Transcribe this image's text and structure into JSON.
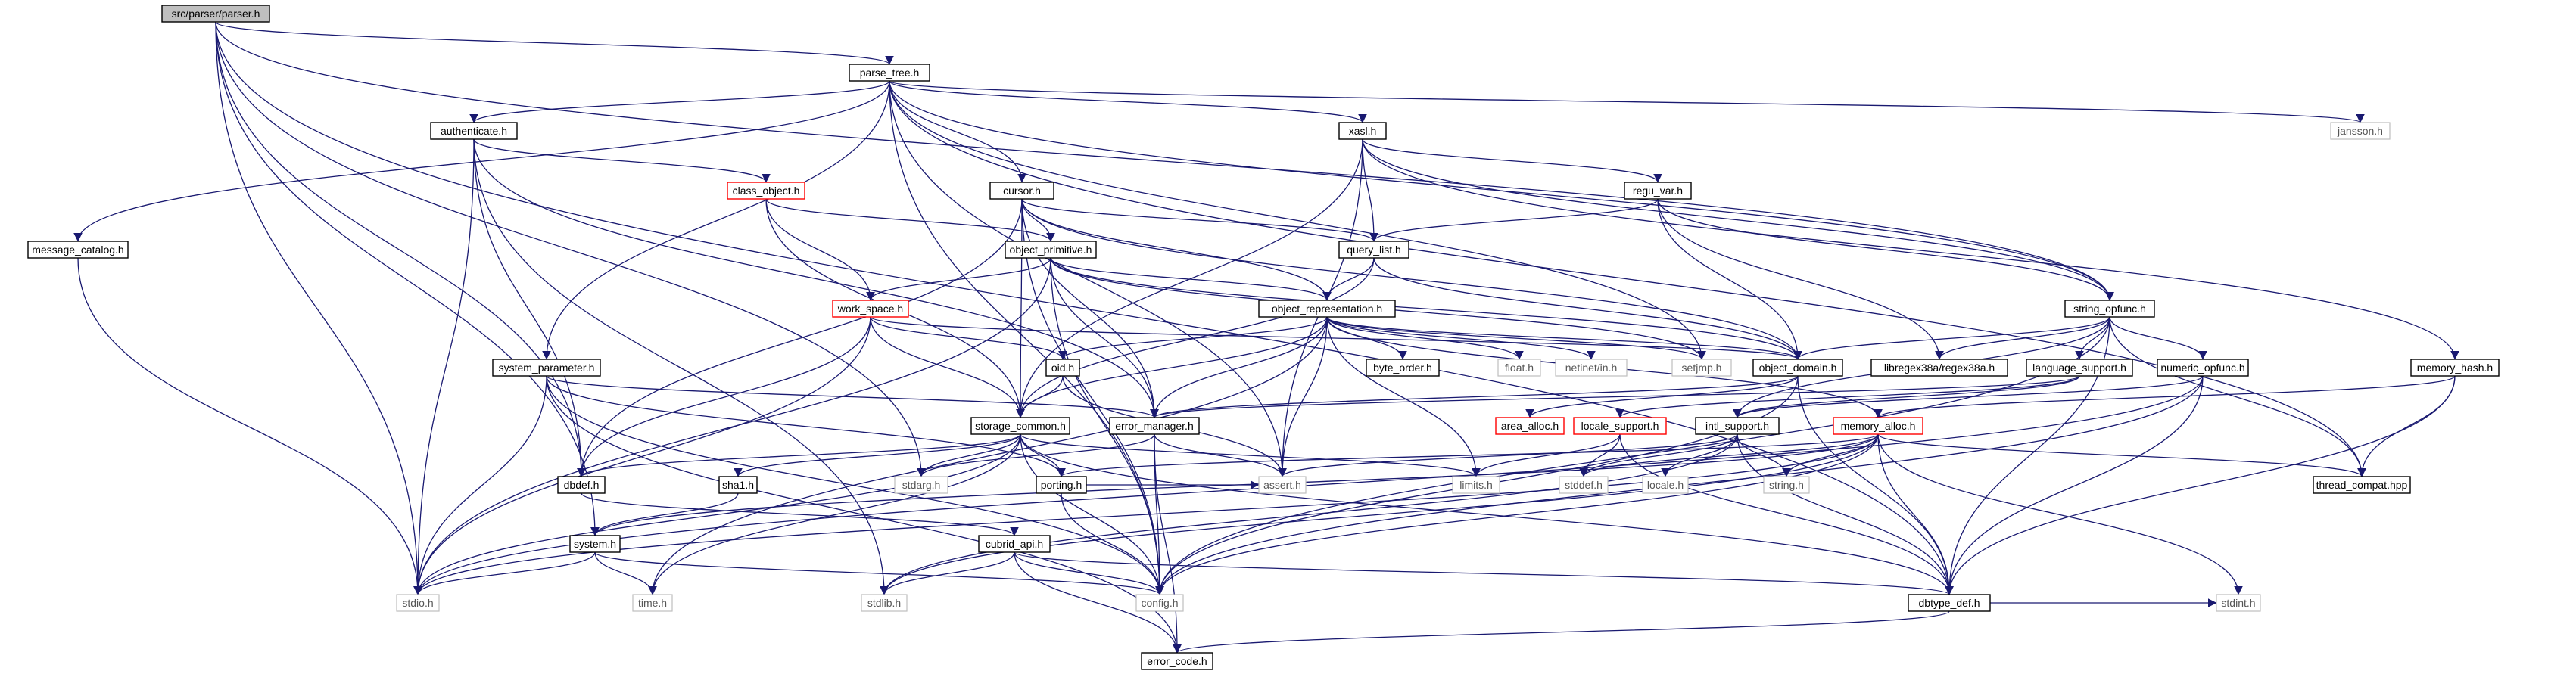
{
  "diagram": {
    "nodes": [
      {
        "id": "root",
        "label": "src/parser/parser.h",
        "style": "root"
      },
      {
        "id": "parse_tree",
        "label": "parse_tree.h",
        "style": "black"
      },
      {
        "id": "authenticate",
        "label": "authenticate.h",
        "style": "black"
      },
      {
        "id": "xasl",
        "label": "xasl.h",
        "style": "black"
      },
      {
        "id": "jansson",
        "label": "jansson.h",
        "style": "grey"
      },
      {
        "id": "class_object",
        "label": "class_object.h",
        "style": "red"
      },
      {
        "id": "cursor",
        "label": "cursor.h",
        "style": "black"
      },
      {
        "id": "regu_var",
        "label": "regu_var.h",
        "style": "black"
      },
      {
        "id": "message_catalog",
        "label": "message_catalog.h",
        "style": "black"
      },
      {
        "id": "object_primitive",
        "label": "object_primitive.h",
        "style": "black"
      },
      {
        "id": "query_list",
        "label": "query_list.h",
        "style": "black"
      },
      {
        "id": "work_space",
        "label": "work_space.h",
        "style": "red"
      },
      {
        "id": "object_representation",
        "label": "object_representation.h",
        "style": "black"
      },
      {
        "id": "string_opfunc",
        "label": "string_opfunc.h",
        "style": "black"
      },
      {
        "id": "system_parameter",
        "label": "system_parameter.h",
        "style": "black"
      },
      {
        "id": "byte_order",
        "label": "byte_order.h",
        "style": "black"
      },
      {
        "id": "float",
        "label": "float.h",
        "style": "grey"
      },
      {
        "id": "netinet_in",
        "label": "netinet/in.h",
        "style": "grey"
      },
      {
        "id": "setjmp",
        "label": "setjmp.h",
        "style": "grey"
      },
      {
        "id": "object_domain",
        "label": "object_domain.h",
        "style": "black"
      },
      {
        "id": "libregex",
        "label": "libregex38a/regex38a.h",
        "style": "black"
      },
      {
        "id": "language_support",
        "label": "language_support.h",
        "style": "black"
      },
      {
        "id": "numeric_opfunc",
        "label": "numeric_opfunc.h",
        "style": "black"
      },
      {
        "id": "memory_hash",
        "label": "memory_hash.h",
        "style": "black"
      },
      {
        "id": "oid",
        "label": "oid.h",
        "style": "black"
      },
      {
        "id": "error_manager",
        "label": "error_manager.h",
        "style": "black"
      },
      {
        "id": "area_alloc",
        "label": "area_alloc.h",
        "style": "red"
      },
      {
        "id": "locale_support",
        "label": "locale_support.h",
        "style": "red"
      },
      {
        "id": "intl_support",
        "label": "intl_support.h",
        "style": "black"
      },
      {
        "id": "memory_alloc",
        "label": "memory_alloc.h",
        "style": "red"
      },
      {
        "id": "storage_common",
        "label": "storage_common.h",
        "style": "black"
      },
      {
        "id": "dbdef",
        "label": "dbdef.h",
        "style": "black"
      },
      {
        "id": "stdarg",
        "label": "stdarg.h",
        "style": "grey"
      },
      {
        "id": "sha1",
        "label": "sha1.h",
        "style": "black"
      },
      {
        "id": "porting",
        "label": "porting.h",
        "style": "black"
      },
      {
        "id": "assert",
        "label": "assert.h",
        "style": "grey"
      },
      {
        "id": "limits",
        "label": "limits.h",
        "style": "grey"
      },
      {
        "id": "stddef",
        "label": "stddef.h",
        "style": "grey"
      },
      {
        "id": "locale",
        "label": "locale.h",
        "style": "grey"
      },
      {
        "id": "string",
        "label": "string.h",
        "style": "grey"
      },
      {
        "id": "thread_compat",
        "label": "thread_compat.hpp",
        "style": "black"
      },
      {
        "id": "system",
        "label": "system.h",
        "style": "black"
      },
      {
        "id": "cubrid_api",
        "label": "cubrid_api.h",
        "style": "black"
      },
      {
        "id": "stdio",
        "label": "stdio.h",
        "style": "grey"
      },
      {
        "id": "time",
        "label": "time.h",
        "style": "grey"
      },
      {
        "id": "stdlib",
        "label": "stdlib.h",
        "style": "grey"
      },
      {
        "id": "config",
        "label": "config.h",
        "style": "grey"
      },
      {
        "id": "dbtype_def",
        "label": "dbtype_def.h",
        "style": "black"
      },
      {
        "id": "stdint",
        "label": "stdint.h",
        "style": "grey"
      },
      {
        "id": "error_code",
        "label": "error_code.h",
        "style": "black"
      }
    ],
    "edges": [
      [
        "root",
        "parse_tree"
      ],
      [
        "root",
        "stdio"
      ],
      [
        "root",
        "dbdef"
      ],
      [
        "root",
        "stdarg"
      ],
      [
        "root",
        "system"
      ],
      [
        "root",
        "dbtype_def"
      ],
      [
        "root",
        "string_opfunc"
      ],
      [
        "parse_tree",
        "authenticate"
      ],
      [
        "parse_tree",
        "xasl"
      ],
      [
        "parse_tree",
        "jansson"
      ],
      [
        "parse_tree",
        "cursor"
      ],
      [
        "parse_tree",
        "message_catalog"
      ],
      [
        "parse_tree",
        "system_parameter"
      ],
      [
        "parse_tree",
        "string_opfunc"
      ],
      [
        "parse_tree",
        "setjmp"
      ],
      [
        "parse_tree",
        "thread_compat"
      ],
      [
        "parse_tree",
        "assert"
      ],
      [
        "parse_tree",
        "config"
      ],
      [
        "authenticate",
        "class_object"
      ],
      [
        "authenticate",
        "dbdef"
      ],
      [
        "authenticate",
        "error_manager"
      ],
      [
        "authenticate",
        "stdio"
      ],
      [
        "authenticate",
        "stdlib"
      ],
      [
        "xasl",
        "regu_var"
      ],
      [
        "xasl",
        "query_list"
      ],
      [
        "xasl",
        "string_opfunc"
      ],
      [
        "xasl",
        "memory_hash"
      ],
      [
        "xasl",
        "storage_common"
      ],
      [
        "xasl",
        "assert"
      ],
      [
        "class_object",
        "object_primitive"
      ],
      [
        "class_object",
        "work_space"
      ],
      [
        "class_object",
        "storage_common"
      ],
      [
        "cursor",
        "query_list"
      ],
      [
        "cursor",
        "object_primitive"
      ],
      [
        "cursor",
        "object_representation"
      ],
      [
        "cursor",
        "error_manager"
      ],
      [
        "cursor",
        "storage_common"
      ],
      [
        "cursor",
        "dbdef"
      ],
      [
        "cursor",
        "object_domain"
      ],
      [
        "cursor",
        "config"
      ],
      [
        "regu_var",
        "query_list"
      ],
      [
        "regu_var",
        "object_domain"
      ],
      [
        "regu_var",
        "libregex"
      ],
      [
        "regu_var",
        "string_opfunc"
      ],
      [
        "message_catalog",
        "stdio"
      ],
      [
        "object_primitive",
        "work_space"
      ],
      [
        "object_primitive",
        "object_representation"
      ],
      [
        "object_primitive",
        "error_manager"
      ],
      [
        "object_primitive",
        "object_domain"
      ],
      [
        "object_primitive",
        "setjmp"
      ],
      [
        "object_primitive",
        "stdio"
      ],
      [
        "object_primitive",
        "config"
      ],
      [
        "query_list",
        "object_representation"
      ],
      [
        "query_list",
        "object_domain"
      ],
      [
        "query_list",
        "storage_common"
      ],
      [
        "work_space",
        "oid"
      ],
      [
        "work_space",
        "storage_common"
      ],
      [
        "work_space",
        "dbdef"
      ],
      [
        "work_space",
        "stdio"
      ],
      [
        "work_space",
        "object_domain"
      ],
      [
        "object_representation",
        "byte_order"
      ],
      [
        "object_representation",
        "float"
      ],
      [
        "object_representation",
        "netinet_in"
      ],
      [
        "object_representation",
        "setjmp"
      ],
      [
        "object_representation",
        "object_domain"
      ],
      [
        "object_representation",
        "oid"
      ],
      [
        "object_representation",
        "error_manager"
      ],
      [
        "object_representation",
        "storage_common"
      ],
      [
        "object_representation",
        "memory_alloc"
      ],
      [
        "object_representation",
        "assert"
      ],
      [
        "object_representation",
        "limits"
      ],
      [
        "object_representation",
        "time"
      ],
      [
        "string_opfunc",
        "object_domain"
      ],
      [
        "string_opfunc",
        "libregex"
      ],
      [
        "string_opfunc",
        "language_support"
      ],
      [
        "string_opfunc",
        "numeric_opfunc"
      ],
      [
        "string_opfunc",
        "thread_compat"
      ],
      [
        "string_opfunc",
        "dbtype_def"
      ],
      [
        "string_opfunc",
        "intl_support"
      ],
      [
        "string_opfunc",
        "config"
      ],
      [
        "system_parameter",
        "error_manager"
      ],
      [
        "system_parameter",
        "porting"
      ],
      [
        "system_parameter",
        "stdio"
      ],
      [
        "system_parameter",
        "error_code"
      ],
      [
        "system_parameter",
        "config"
      ],
      [
        "object_domain",
        "area_alloc"
      ],
      [
        "object_domain",
        "error_manager"
      ],
      [
        "object_domain",
        "dbtype_def"
      ],
      [
        "object_domain",
        "config"
      ],
      [
        "language_support",
        "locale_support"
      ],
      [
        "language_support",
        "intl_support"
      ],
      [
        "language_support",
        "error_manager"
      ],
      [
        "numeric_opfunc",
        "intl_support"
      ],
      [
        "numeric_opfunc",
        "dbtype_def"
      ],
      [
        "numeric_opfunc",
        "config"
      ],
      [
        "numeric_opfunc",
        "stdio"
      ],
      [
        "memory_hash",
        "memory_alloc"
      ],
      [
        "memory_hash",
        "thread_compat"
      ],
      [
        "memory_hash",
        "dbtype_def"
      ],
      [
        "oid",
        "storage_common"
      ],
      [
        "oid",
        "assert"
      ],
      [
        "error_manager",
        "assert"
      ],
      [
        "error_manager",
        "stdarg"
      ],
      [
        "error_manager",
        "config"
      ],
      [
        "error_manager",
        "error_code"
      ],
      [
        "locale_support",
        "limits"
      ],
      [
        "locale_support",
        "stddef"
      ],
      [
        "locale_support",
        "dbtype_def"
      ],
      [
        "intl_support",
        "assert"
      ],
      [
        "intl_support",
        "stddef"
      ],
      [
        "intl_support",
        "locale"
      ],
      [
        "intl_support",
        "string"
      ],
      [
        "intl_support",
        "dbtype_def"
      ],
      [
        "intl_support",
        "stdlib"
      ],
      [
        "memory_alloc",
        "stddef"
      ],
      [
        "memory_alloc",
        "string"
      ],
      [
        "memory_alloc",
        "thread_compat"
      ],
      [
        "memory_alloc",
        "dbtype_def"
      ],
      [
        "memory_alloc",
        "stdint"
      ],
      [
        "memory_alloc",
        "stdlib"
      ],
      [
        "memory_alloc",
        "config"
      ],
      [
        "memory_alloc",
        "stdio"
      ],
      [
        "memory_alloc",
        "porting"
      ],
      [
        "memory_alloc",
        "system"
      ],
      [
        "storage_common",
        "dbdef"
      ],
      [
        "storage_common",
        "stdarg"
      ],
      [
        "storage_common",
        "sha1"
      ],
      [
        "storage_common",
        "porting"
      ],
      [
        "storage_common",
        "limits"
      ],
      [
        "storage_common",
        "config"
      ],
      [
        "storage_common",
        "dbtype_def"
      ],
      [
        "storage_common",
        "time"
      ],
      [
        "storage_common",
        "stdio"
      ],
      [
        "dbdef",
        "cubrid_api"
      ],
      [
        "sha1",
        "system"
      ],
      [
        "porting",
        "config"
      ],
      [
        "porting",
        "assert"
      ],
      [
        "system",
        "stdio"
      ],
      [
        "system",
        "time"
      ],
      [
        "system",
        "config"
      ],
      [
        "cubrid_api",
        "stdlib"
      ],
      [
        "cubrid_api",
        "config"
      ],
      [
        "cubrid_api",
        "error_code"
      ],
      [
        "cubrid_api",
        "dbtype_def"
      ],
      [
        "dbtype_def",
        "stdint"
      ],
      [
        "dbtype_def",
        "error_code"
      ]
    ]
  }
}
